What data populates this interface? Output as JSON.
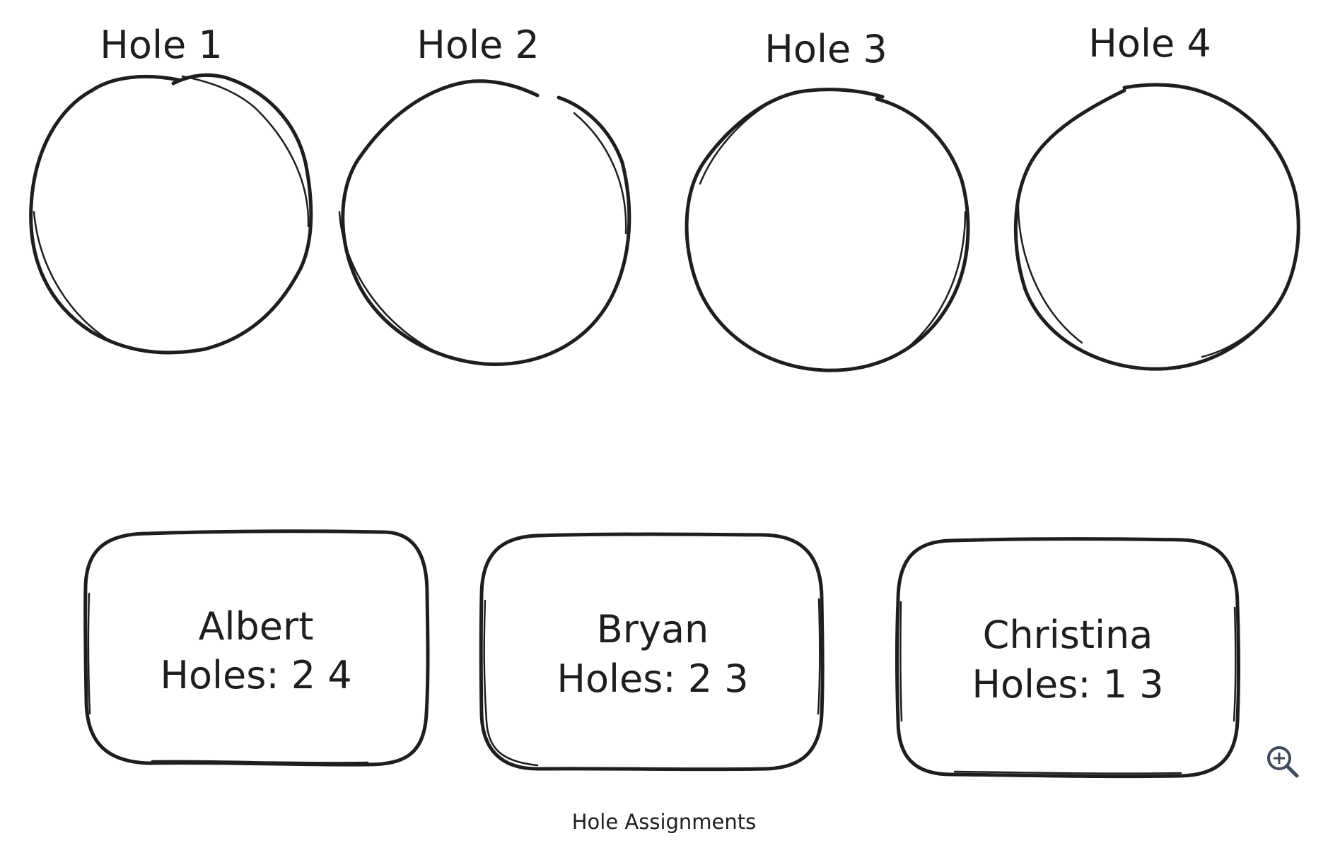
{
  "holes": [
    {
      "label": "Hole 1"
    },
    {
      "label": "Hole 2"
    },
    {
      "label": "Hole 3"
    },
    {
      "label": "Hole 4"
    }
  ],
  "players": [
    {
      "name": "Albert",
      "holes_text": "Holes: 2 4"
    },
    {
      "name": "Bryan",
      "holes_text": "Holes: 2 3"
    },
    {
      "name": "Christina",
      "holes_text": "Holes: 1 3"
    }
  ],
  "caption": "Hole Assignments",
  "zoom": {
    "icon": "zoom-in-icon"
  },
  "colors": {
    "stroke": "#1e1e1e",
    "icon": "#3d4a5c",
    "background": "#ffffff"
  }
}
